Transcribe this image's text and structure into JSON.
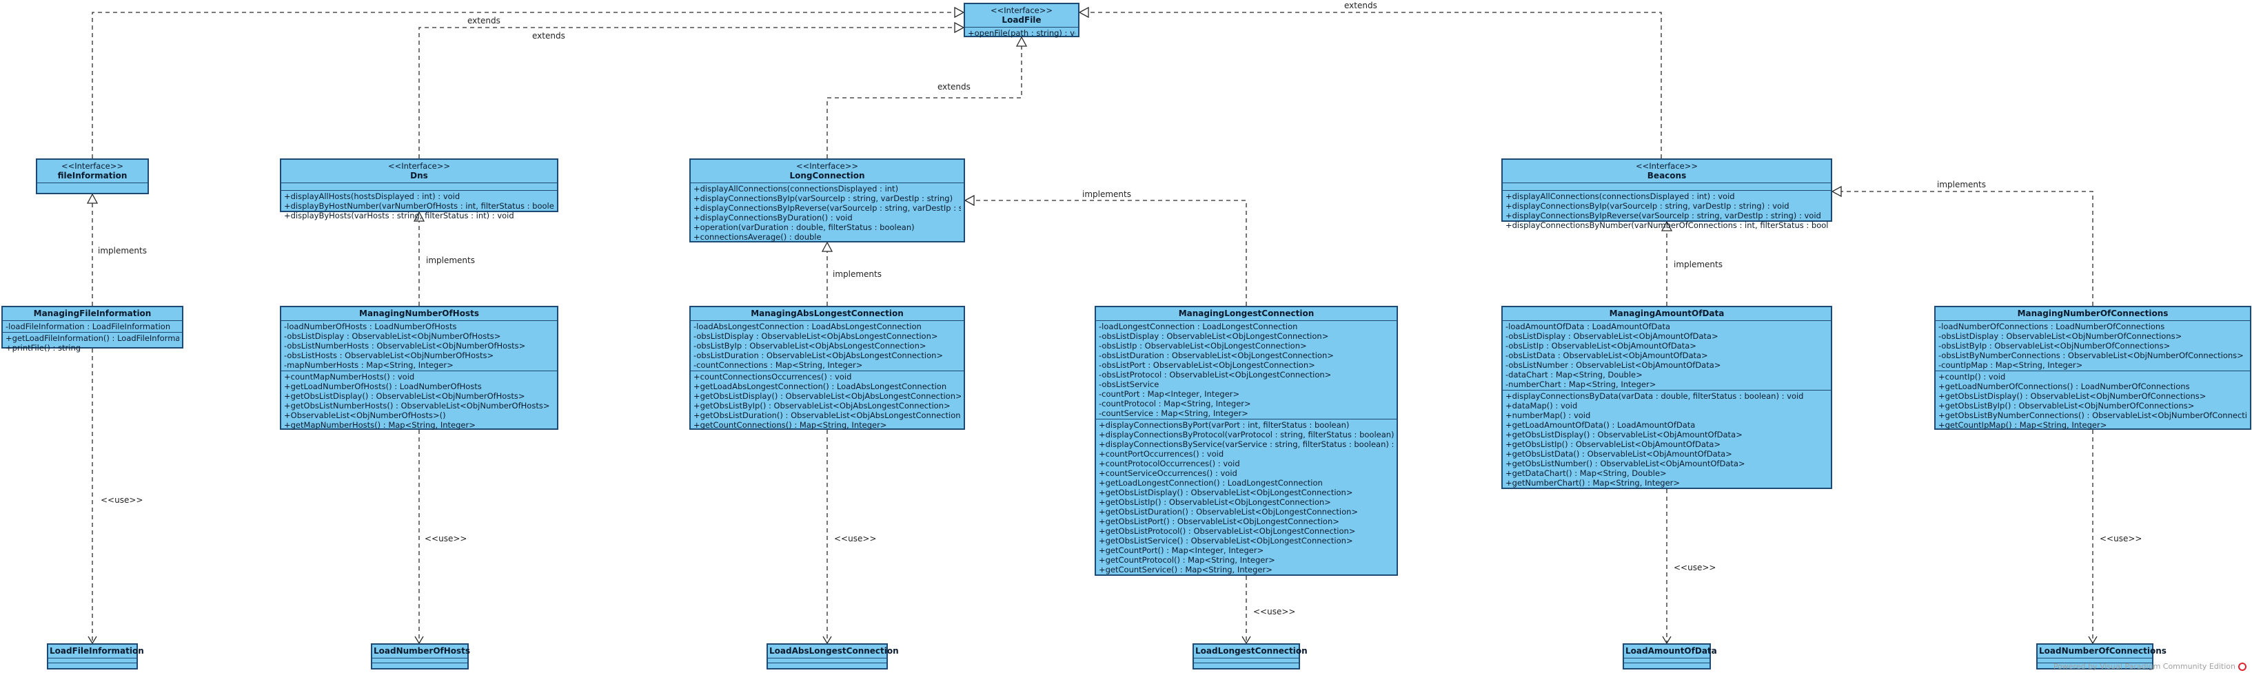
{
  "colors": {
    "class_fill": "#7ccaf0",
    "class_border": "#1d4a72",
    "edge": "#2b2b2b"
  },
  "classes": {
    "loadfile": {
      "stereotype": "<<Interface>>",
      "name": "LoadFile",
      "attributes": [],
      "methods": [
        "+openFile(path : string) : void"
      ]
    },
    "fileinformation": {
      "stereotype": "<<Interface>>",
      "name": "fileInformation",
      "attributes": [],
      "methods": []
    },
    "dns": {
      "stereotype": "<<Interface>>",
      "name": "Dns",
      "attributes": [],
      "methods": [
        "+displayAllHosts(hostsDisplayed : int) : void",
        "+displayByHostNumber(varNumberOfHosts : int, filterStatus : boolean) : void",
        "+displayByHosts(varHosts : string, filterStatus : int) : void"
      ]
    },
    "longconnection": {
      "stereotype": "<<Interface>>",
      "name": "LongConnection",
      "attributes": [],
      "methods": [
        "+displayAllConnections(connectionsDisplayed : int)",
        "+displayConnectionsByIp(varSourceIp : string, varDestIp : string)",
        "+displayConnectionsByIpReverse(varSourceIp : string, varDestIp : string)",
        "+displayConnectionsByDuration() : void",
        "+operation(varDuration : double, filterStatus : boolean)",
        "+connectionsAverage() : double"
      ]
    },
    "beacons": {
      "stereotype": "<<Interface>>",
      "name": "Beacons",
      "attributes": [],
      "methods": [
        "+displayAllConnections(connectionsDisplayed : int) : void",
        "+displayConnectionsByIp(varSourceIp : string, varDestIp : string) : void",
        "+displayConnectionsByIpReverse(varSourceIp : string, varDestIp : string) : void",
        "+displayConnectionsByNumber(varNumberOfConnections : int, filterStatus : boolean) : ..."
      ]
    },
    "managingfileinformation": {
      "name": "ManagingFileInformation",
      "attributes": [
        "-loadFileInformation : LoadFileInformation"
      ],
      "methods": [
        "+getLoadFileInformation() : LoadFileInformation",
        "+printFile() : string"
      ]
    },
    "managingnumberofhosts": {
      "name": "ManagingNumberOfHosts",
      "attributes": [
        "-loadNumberOfHosts : LoadNumberOfHosts",
        "-obsListDisplay : ObservableList<ObjNumberOfHosts>",
        "-obsListNumberHosts : ObservableList<ObjNumberOfHosts>",
        "-obsListHosts : ObservableList<ObjNumberOfHosts>",
        "-mapNumberHosts : Map<String, Integer>"
      ],
      "methods": [
        "+countMapNumberHosts() : void",
        "+getLoadNumberOfHosts() : LoadNumberOfHosts",
        "+getObsListDisplay() : ObservableList<ObjNumberOfHosts>",
        "+getObsListNumberHosts() : ObservableList<ObjNumberOfHosts>",
        "+ObservableList<ObjNumberOfHosts>()",
        "+getMapNumberHosts() : Map<String, Integer>"
      ]
    },
    "managingabslongestconnection": {
      "name": "ManagingAbsLongestConnection",
      "attributes": [
        "-loadAbsLongestConnection : LoadAbsLongestConnection",
        "-obsListDisplay : ObservableList<ObjAbsLongestConnection>",
        "-obsListByIp : ObservableList<ObjAbsLongestConnection>",
        "-obsListDuration : ObservableList<ObjAbsLongestConnection>",
        "-countConnections : Map<String, Integer>"
      ],
      "methods": [
        "+countConnectionsOccurrences() : void",
        "+getLoadAbsLongestConnection() : LoadAbsLongestConnection",
        "+getObsListDisplay() : ObservableList<ObjAbsLongestConnection>",
        "+getObsListByIp() : ObservableList<ObjAbsLongestConnection>",
        "+getObsListDuration() : ObservableList<ObjAbsLongestConnection>",
        "+getCountConnections() : Map<String, Integer>"
      ]
    },
    "managinglongestconnection": {
      "name": "ManagingLongestConnection",
      "attributes": [
        "-loadLongestConnection : LoadLongestConnection",
        "-obsListDisplay : ObservableList<ObjLongestConnection>",
        "-obsListIp : ObservableList<ObjLongestConnection>",
        "-obsListDuration : ObservableList<ObjLongestConnection>",
        "-obsListPort : ObservableList<ObjLongestConnection>",
        "-obsListProtocol : ObservableList<ObjLongestConnection>",
        "-obsListService",
        "-countPort : Map<Integer, Integer>",
        "-countProtocol : Map<String, Integer>",
        "-countService : Map<String, Integer>"
      ],
      "methods": [
        "+displayConnectionsByPort(varPort : int, filterStatus : boolean)",
        "+displayConnectionsByProtocol(varProtocol : string, filterStatus : boolean) : void",
        "+displayConnectionsByService(varService : string, filterStatus : boolean) : void",
        "+countPortOccurrences() : void",
        "+countProtocolOccurrences() : void",
        "+countServiceOccurrences() : void",
        "+getLoadLongestConnection() : LoadLongestConnection",
        "+getObsListDisplay() : ObservableList<ObjLongestConnection>",
        "+getObsListIp() : ObservableList<ObjLongestConnection>",
        "+getObsListDuration() : ObservableList<ObjLongestConnection>",
        "+getObsListPort() : ObservableList<ObjLongestConnection>",
        "+getObsListProtocol() : ObservableList<ObjLongestConnection>",
        "+getObsListService() : ObservableList<ObjLongestConnection>",
        "+getCountPort() : Map<Integer, Integer>",
        "+getCountProtocol() : Map<String, Integer>",
        "+getCountService() : Map<String, Integer>"
      ]
    },
    "managingamountofdata": {
      "name": "ManagingAmountOfData",
      "attributes": [
        "-loadAmountOfData : LoadAmountOfData",
        "-obsListDisplay : ObservableList<ObjAmountOfData>",
        "-obsListIp : ObservableList<ObjAmountOfData>",
        "-obsListData : ObservableList<ObjAmountOfData>",
        "-obsListNumber : ObservableList<ObjAmountOfData>",
        "-dataChart : Map<String, Double>",
        "-numberChart : Map<String, Integer>"
      ],
      "methods": [
        "+displayConnectionsByData(varData : double, filterStatus : boolean) : void",
        "+dataMap() : void",
        "+numberMap() : void",
        "+getLoadAmountOfData() : LoadAmountOfData",
        "+getObsListDisplay() : ObservableList<ObjAmountOfData>",
        "+getObsListIp() : ObservableList<ObjAmountOfData>",
        "+getObsListData() : ObservableList<ObjAmountOfData>",
        "+getObsListNumber() : ObservableList<ObjAmountOfData>",
        "+getDataChart() : Map<String, Double>",
        "+getNumberChart() : Map<String, Integer>"
      ]
    },
    "managingnumberofconnections": {
      "name": "ManagingNumberOfConnections",
      "attributes": [
        "-loadNumberOfConnections : LoadNumberOfConnections",
        "-obsListDisplay : ObservableList<ObjNumberOfConnections>",
        "-obsListByIp : ObservableList<ObjNumberOfConnections>",
        "-obsListByNumberConnections : ObservableList<ObjNumberOfConnections>",
        "-countIpMap : Map<String, Integer>"
      ],
      "methods": [
        "+countIp() : void",
        "+getLoadNumberOfConnections() : LoadNumberOfConnections",
        "+getObsListDisplay() : ObservableList<ObjNumberOfConnections>",
        "+getObsListByIp() : ObservableList<ObjNumberOfConnections>",
        "+getObsListByNumberConnections() : ObservableList<ObjNumberOfConnections>",
        "+getCountIpMap() : Map<String, Integer>"
      ]
    },
    "loadfileinformation": {
      "name": "LoadFileInformation"
    },
    "loadnumberofhosts": {
      "name": "LoadNumberOfHosts"
    },
    "loadabslongestconnection": {
      "name": "LoadAbsLongestConnection"
    },
    "loadlongestconnection": {
      "name": "LoadLongestConnection"
    },
    "loadamountofdata": {
      "name": "LoadAmountOfData"
    },
    "loadnumberofconnections": {
      "name": "LoadNumberOfConnections"
    }
  },
  "edge_labels": {
    "extends": "extends",
    "implements": "implements",
    "use": "<<use>>"
  },
  "watermark": "Powered by Visual Paradigm Community Edition"
}
